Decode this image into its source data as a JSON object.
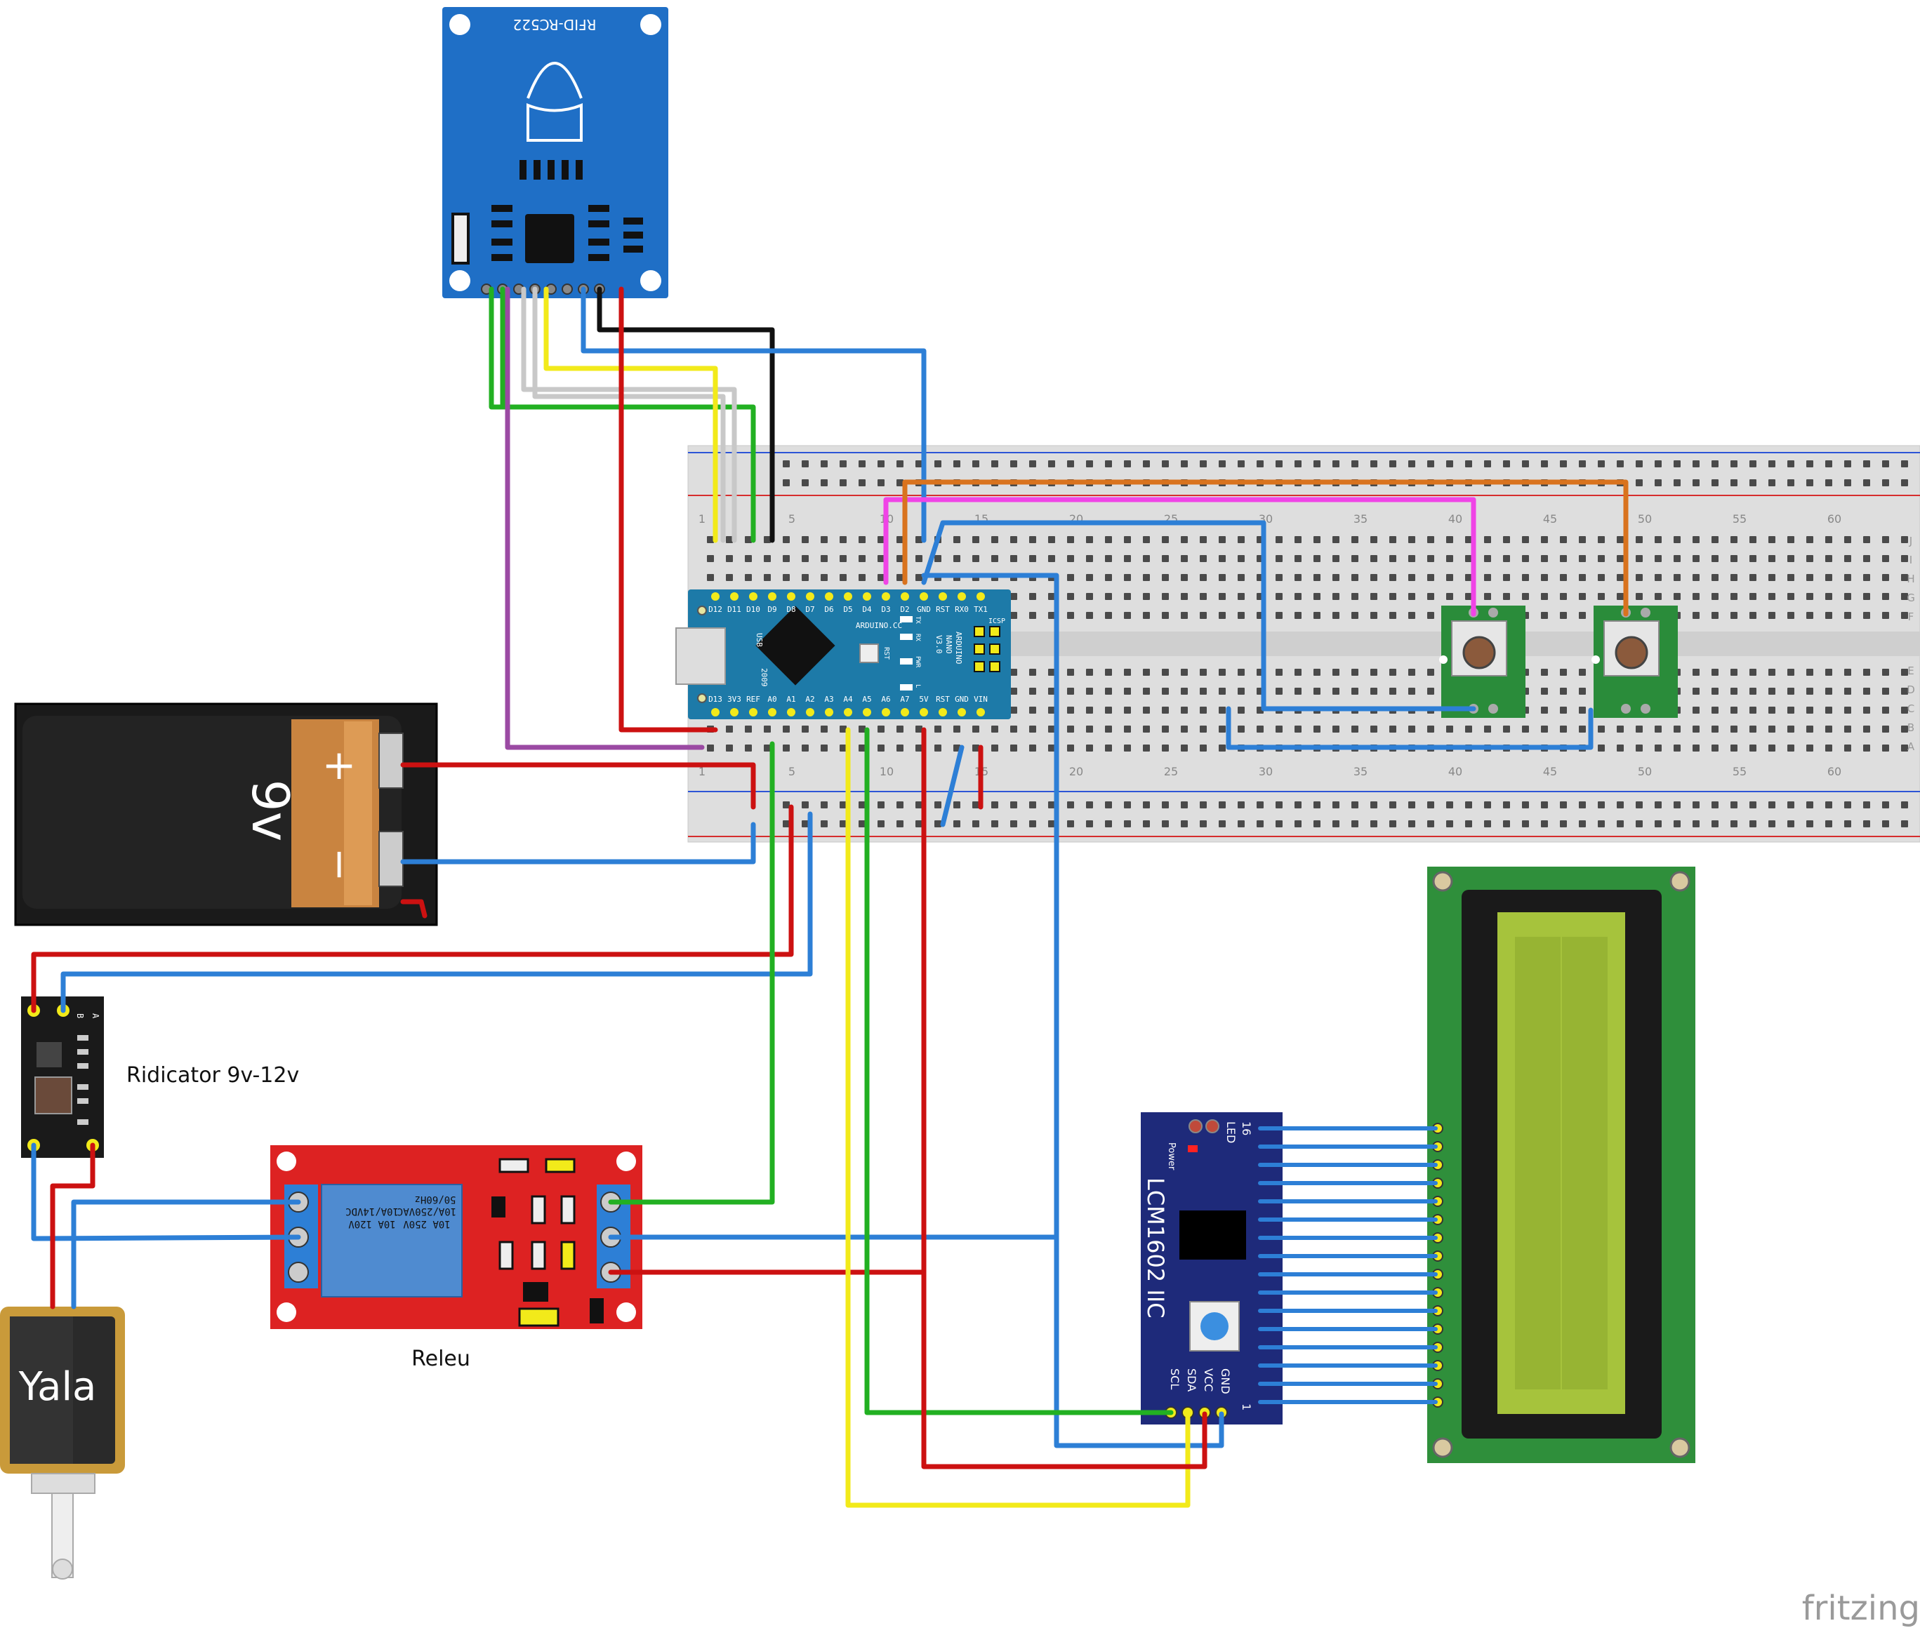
{
  "rfid": {
    "label": "RFID-RC522"
  },
  "arduino": {
    "brand": "ARDUINO.CC",
    "model_lines": [
      "ARDUINO",
      "NANO",
      "V3.0"
    ],
    "usb": "USB",
    "year": "2009",
    "rst": "RST",
    "icsp": "ICSP",
    "top_pins": [
      "D12",
      "D11",
      "D10",
      "D9",
      "D8",
      "D7",
      "D6",
      "D5",
      "D4",
      "D3",
      "D2",
      "GND",
      "RST",
      "RX0",
      "TX1"
    ],
    "bottom_pins": [
      "D13",
      "3V3",
      "REF",
      "A0",
      "A1",
      "A2",
      "A3",
      "A4",
      "A5",
      "A6",
      "A7",
      "5V",
      "RST",
      "GND",
      "VIN"
    ],
    "led_labels": [
      "TX",
      "RX",
      "PWR",
      "L"
    ]
  },
  "breadboard": {
    "column_numbers_top": [
      "1",
      "5",
      "10",
      "15",
      "20",
      "25",
      "30",
      "35",
      "40",
      "45",
      "50",
      "55",
      "60"
    ],
    "column_numbers_bottom": [
      "1",
      "5",
      "10",
      "15",
      "20",
      "25",
      "30",
      "35",
      "40",
      "45",
      "50",
      "55",
      "60"
    ],
    "row_letters_right_top": [
      "J",
      "I",
      "H",
      "G",
      "F"
    ],
    "row_letters_right_bottom": [
      "E",
      "D",
      "C",
      "B",
      "A"
    ]
  },
  "battery": {
    "voltage": "9v",
    "plus": "+",
    "minus": "−"
  },
  "regulator": {
    "label": "Ridicator 9v-12v",
    "pin_labels": [
      "B",
      "A"
    ]
  },
  "relay": {
    "label": "Releu",
    "spec_lines": [
      "10A 250V",
      "10A 120V",
      "10A/250VAC",
      "10A/14VDC",
      "50/60Hz"
    ]
  },
  "lock": {
    "label": "Yala"
  },
  "lcd_adapter": {
    "name": "LCM1602 IIC",
    "led": "LED",
    "power": "Power",
    "pin16": "16",
    "pin1": "1",
    "pins": [
      "GND",
      "VCC",
      "SDA",
      "SCL"
    ]
  },
  "watermark": "fritzing",
  "colors": {
    "wire_red": "#cc1111",
    "wire_blue": "#2d7fd6",
    "wire_green": "#22b022",
    "wire_yellow": "#f2ea1a",
    "wire_black": "#111111",
    "wire_white": "#c8c8c8",
    "wire_purple": "#9b4aa3",
    "wire_orange": "#d9731e",
    "wire_magenta": "#f044e6",
    "pcb_blue": "#1f6fc6",
    "nano_blue": "#1d7aa8",
    "relay_red": "#dd2222",
    "lcd_green": "#2f8f3b",
    "lcd_screen": "#a6c33c"
  }
}
